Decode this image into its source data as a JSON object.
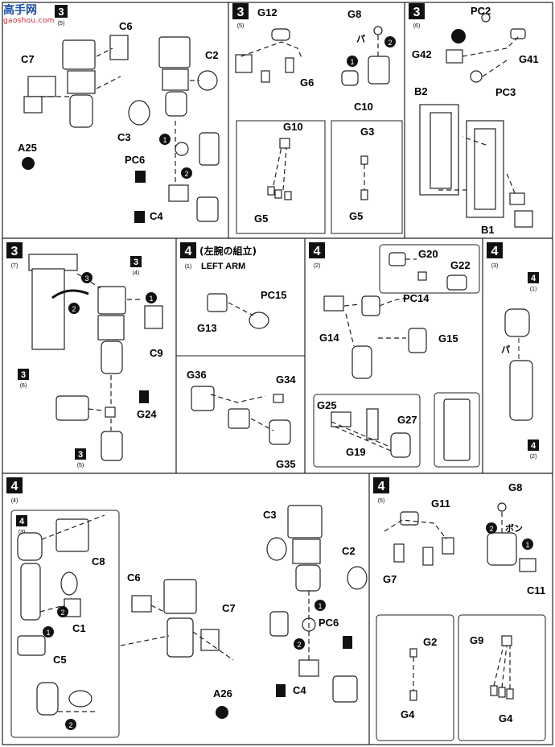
{
  "watermark": {
    "text": "gaoshou.com",
    "glyph": "高手网"
  },
  "panels": [
    {
      "id": "p1",
      "step": "3",
      "sub": "(5)"
    },
    {
      "id": "p2",
      "step": "3",
      "sub": "(5)"
    },
    {
      "id": "p3",
      "step": "3",
      "sub": "(6)"
    },
    {
      "id": "p4",
      "step": "3",
      "sub": "(7)"
    },
    {
      "id": "p5",
      "step": "4",
      "sub": "(1)",
      "title": "(左腕の組立)",
      "subtitle": "LEFT ARM"
    },
    {
      "id": "p6",
      "step": "4",
      "sub": "(2)"
    },
    {
      "id": "p7",
      "step": "4",
      "sub": "(3)"
    },
    {
      "id": "p8",
      "step": "4",
      "sub": "(4)"
    },
    {
      "id": "p9",
      "step": "4",
      "sub": "(5)"
    }
  ],
  "labels": {
    "p1": [
      "C6",
      "C7",
      "C2",
      "C3",
      "A25",
      "PC6",
      "C4"
    ],
    "p2": [
      "G12",
      "G8",
      "G6",
      "C10",
      "G10",
      "G3",
      "G5",
      "G5"
    ],
    "p3": [
      "PC2",
      "G42",
      "G41",
      "PC3",
      "B2",
      "B1"
    ],
    "p4": [
      "C9",
      "G24"
    ],
    "p5": [
      "PC15",
      "G13",
      "G36",
      "G34",
      "G35"
    ],
    "p6": [
      "G20",
      "G22",
      "PC14",
      "G14",
      "G15",
      "G25",
      "G27",
      "G19"
    ],
    "p8": [
      "C8",
      "C6",
      "C7",
      "C3",
      "C2",
      "C1",
      "C5",
      "A26",
      "PC6",
      "C4"
    ],
    "p9": [
      "G11",
      "G8",
      "G7",
      "C11",
      "G2",
      "G9",
      "G4",
      "G4"
    ]
  },
  "refs": {
    "p1_ref": "3",
    "p4_ref1": "3",
    "p4_ref1_sub": "(4)",
    "p4_ref2": "3",
    "p4_ref2_sub": "(6)",
    "p4_ref3": "3",
    "p4_ref3_sub": "(5)",
    "p7_ref1": "4",
    "p7_ref1_sub": "(1)",
    "p7_ref2": "4",
    "p7_ref2_sub": "(2)",
    "p8_ref": "4",
    "p8_ref_sub": "(3)"
  },
  "marks": {
    "katakana_a": "パ",
    "katakana_b": "ボン",
    "exclaim": "!"
  }
}
